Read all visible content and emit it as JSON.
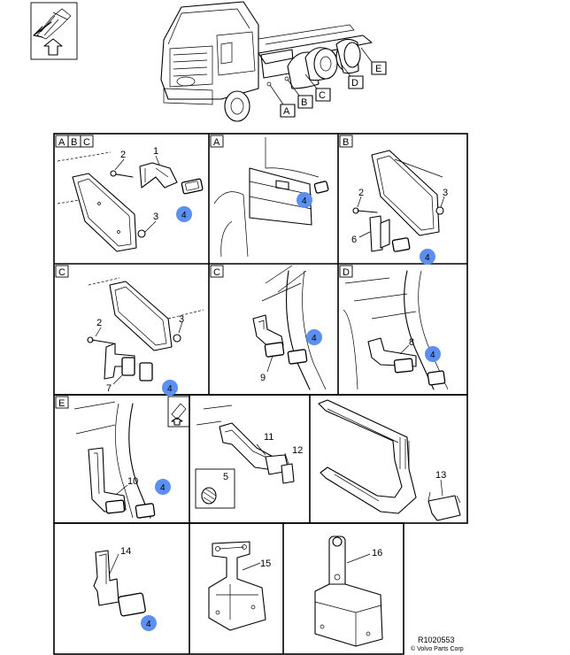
{
  "overview": {
    "callouts": [
      "A",
      "B",
      "C",
      "D",
      "E"
    ]
  },
  "panels": {
    "abc": {
      "tag_a": "A",
      "tag_b": "B",
      "tag_c": "C",
      "parts": [
        "1",
        "2",
        "3"
      ],
      "badge": "4"
    },
    "a": {
      "tag": "A",
      "badge": "4"
    },
    "b": {
      "tag": "B",
      "parts": [
        "2",
        "3",
        "6"
      ],
      "badge": "4"
    },
    "c1": {
      "tag": "C",
      "parts": [
        "2",
        "3",
        "7"
      ],
      "badge": "4"
    },
    "c2": {
      "tag": "C",
      "parts": [
        "9"
      ],
      "badge": "4"
    },
    "d": {
      "tag": "D",
      "parts": [
        "8"
      ],
      "badge": "4"
    },
    "e": {
      "tag": "E",
      "parts": [
        "10"
      ],
      "badge": "4"
    },
    "p11": {
      "parts": [
        "11",
        "12",
        "5"
      ]
    },
    "p13": {
      "parts": [
        "13"
      ]
    },
    "p14": {
      "parts": [
        "14"
      ],
      "badge": "4"
    },
    "p15": {
      "parts": [
        "15"
      ]
    },
    "p16": {
      "parts": [
        "16"
      ]
    }
  },
  "footer": {
    "ref": "R1020553",
    "copyright": "© Volvo Parts Corp"
  },
  "colors": {
    "badge": "#5b8ff0",
    "line": "#000000"
  }
}
